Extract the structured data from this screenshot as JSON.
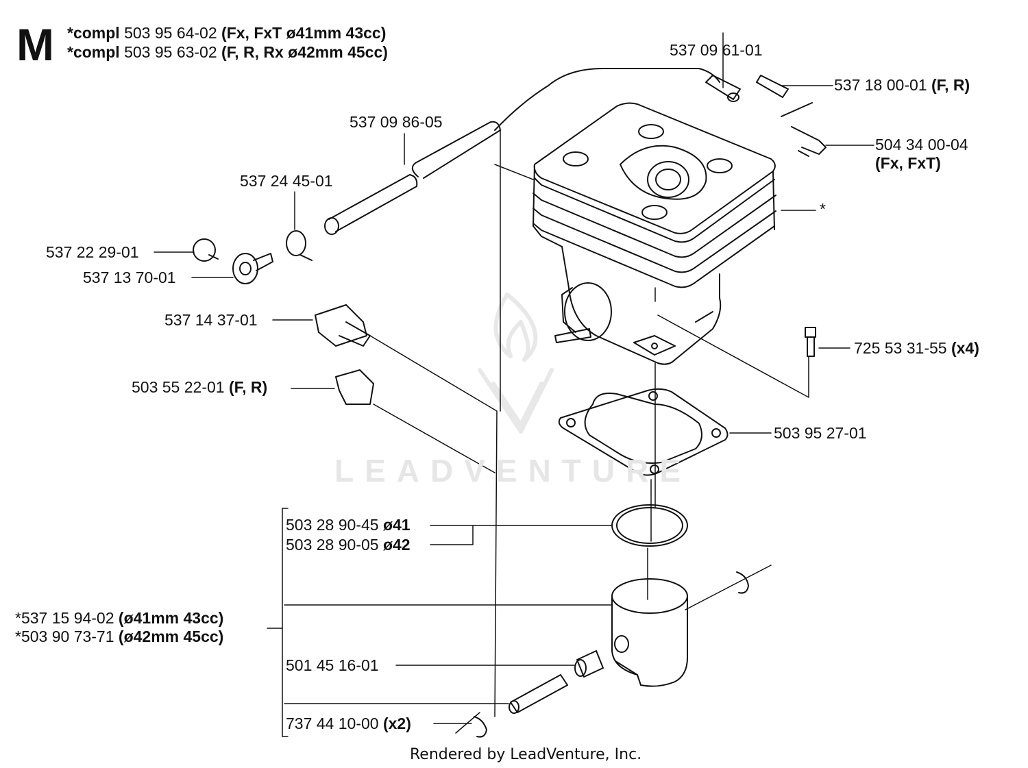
{
  "section": "M",
  "header": [
    {
      "prefix": "*compl",
      "part": "503 95 64-02",
      "note": "(Fx, FxT ø41mm 43cc)"
    },
    {
      "prefix": "*compl",
      "part": "503 95 63-02",
      "note": "(F, R, Rx ø42mm 45cc)"
    }
  ],
  "labels": {
    "p537096101": {
      "part": "537 09 61-01",
      "note": ""
    },
    "p537180001": {
      "part": "537 18 00-01",
      "note": "(F, R)"
    },
    "p537098605": {
      "part": "537 09 86-05",
      "note": ""
    },
    "p504340004": {
      "part": "504 34 00-04",
      "note": "(Fx, FxT)"
    },
    "p537244501": {
      "part": "537 24 45-01",
      "note": ""
    },
    "asterisk": {
      "part": "*",
      "note": ""
    },
    "p537222901": {
      "part": "537 22 29-01",
      "note": ""
    },
    "p537137001": {
      "part": "537 13 70-01",
      "note": ""
    },
    "p537143701": {
      "part": "537 14 37-01",
      "note": ""
    },
    "p725533155": {
      "part": "725 53 31-55",
      "note": "(x4)"
    },
    "p503552201": {
      "part": "503 55 22-01",
      "note": "(F, R)"
    },
    "p503952701": {
      "part": "503 95 27-01",
      "note": ""
    },
    "p503289045": {
      "part": "503 28 90-45",
      "note": "ø41"
    },
    "p503289005": {
      "part": "503 28 90-05",
      "note": "ø42"
    },
    "p537159402": {
      "part": "*537 15 94-02",
      "note": "(ø41mm 43cc)"
    },
    "p503907371": {
      "part": "*503 90 73-71",
      "note": "(ø42mm 45cc)"
    },
    "p501451601": {
      "part": "501 45 16-01",
      "note": ""
    },
    "p737441000": {
      "part": "737 44 10-00",
      "note": "(x2)"
    }
  },
  "watermark": "LEADVENTURE",
  "footer": "Rendered by LeadVenture, Inc."
}
